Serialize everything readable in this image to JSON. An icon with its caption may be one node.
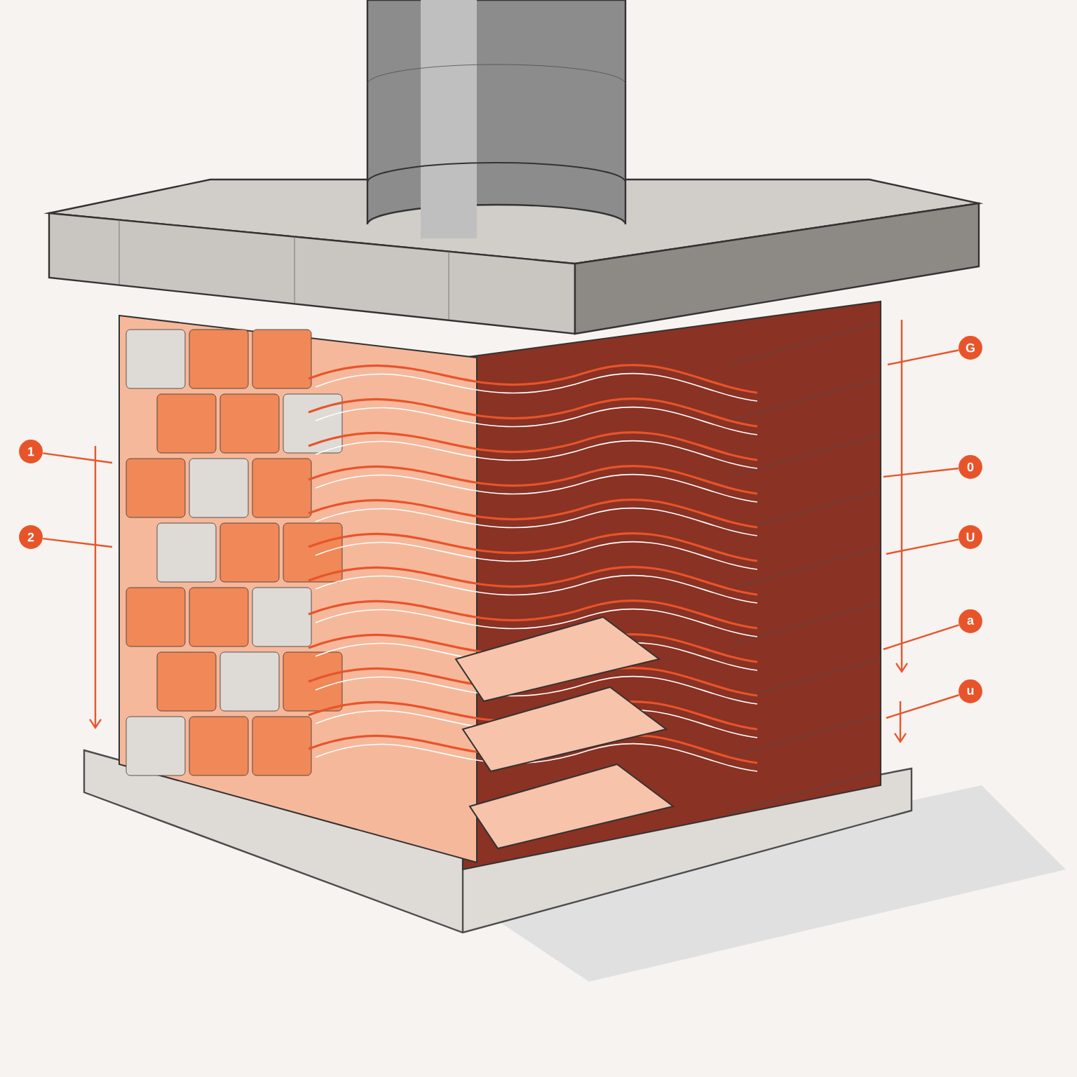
{
  "diagram": {
    "nodes": [
      {
        "text": [
          "1"
        ]
      },
      {
        "text": [
          "2"
        ]
      },
      {
        "text": [
          "G"
        ]
      },
      {
        "text": [
          "0"
        ]
      },
      {
        "text": [
          "U"
        ]
      },
      {
        "text": [
          "a"
        ]
      },
      {
        "text": [
          "u"
        ]
      }
    ],
    "edges": [
      {
        "from": 0,
        "to": null,
        "arrow": "none"
      },
      {
        "from": 1,
        "to": null,
        "arrow": "none"
      },
      {
        "from": 2,
        "to": null,
        "arrow": "none"
      },
      {
        "from": 3,
        "to": null,
        "arrow": "none"
      },
      {
        "from": 4,
        "to": null,
        "arrow": "none"
      },
      {
        "from": 5,
        "to": null,
        "arrow": "none"
      },
      {
        "from": 6,
        "to": null,
        "arrow": "none"
      }
    ]
  }
}
